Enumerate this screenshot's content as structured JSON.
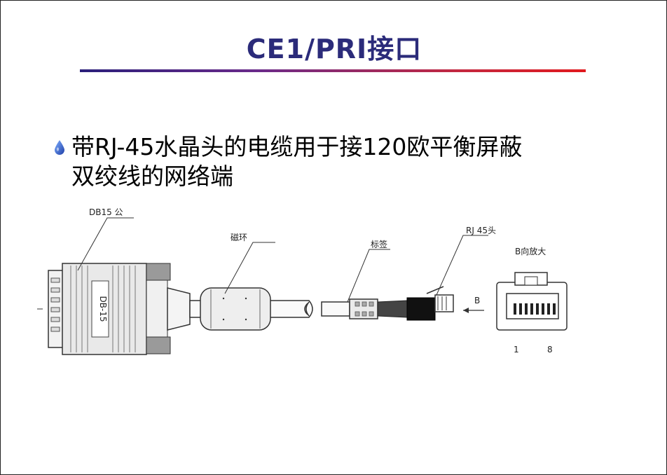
{
  "slide": {
    "title": "CE1/PRI接口",
    "bullet": {
      "icon": "water-drop-icon",
      "line1": "带RJ-45水晶头的电缆用于接120欧平衡屏蔽",
      "line2": "双绞线的网络端"
    }
  },
  "diagram": {
    "labels": {
      "db15": "DB15 公",
      "ferrite": "磁环",
      "tag": "标签",
      "rj45": "RJ 45头",
      "direction": "B向放大",
      "arrow_b": "B",
      "pin1": "1",
      "pin8": "8",
      "conn_text": "DB-15"
    }
  },
  "colors": {
    "title": "#2b2b7a",
    "rule_start": "#2a1f7a",
    "rule_end": "#e1191e",
    "bullet": "#2f5fc4"
  }
}
